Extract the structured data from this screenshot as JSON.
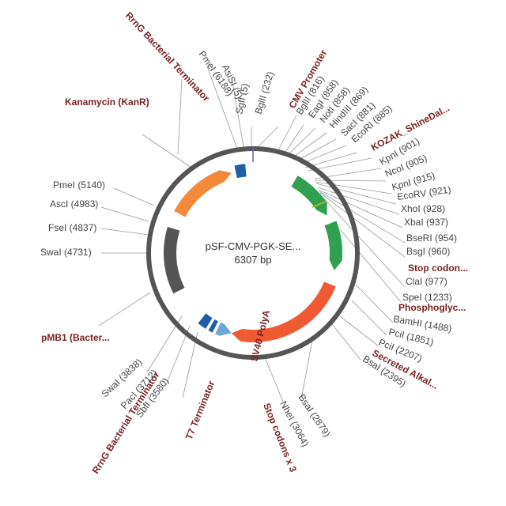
{
  "plasmid": {
    "name": "pSF-CMV-PGK-SE...",
    "length_label": "6307 bp",
    "total_bp": 6307
  },
  "colors": {
    "ring": "#555555",
    "leader": "#999999",
    "site_text": "#444444",
    "feature_text": "#7a1f1f"
  },
  "features": [
    {
      "name": "CMV Promoter",
      "color": "#2ea04f"
    },
    {
      "name": "KOZAK_ShineDal...",
      "color": "#2ea04f"
    },
    {
      "name": "Stop codon...",
      "color": "#2ea04f"
    },
    {
      "name": "Phosphoglyc...",
      "color": "#2ea04f"
    },
    {
      "name": "Secreted Alkal...",
      "color": "#ef5a32"
    },
    {
      "name": "Stop codons x 3",
      "color": "#2a6ab5"
    },
    {
      "name": "SV40 PolyA",
      "color": "#6aa6d8"
    },
    {
      "name": "T7 Terminator",
      "color": "#1f5fa8"
    },
    {
      "name": "RrnG Bacterial Terminator",
      "color": "#1f5fa8"
    },
    {
      "name": "pMB1 (Bacter...",
      "color": "#555555"
    },
    {
      "name": "Kanamycin (KanR)",
      "color": "#f28a3a"
    },
    {
      "name": "RrnG Bacterial Terminator",
      "color": "#1f5fa8"
    }
  ],
  "sites": [
    "SgfI (5)",
    "BglII (232)",
    "BglII (816)",
    "EagI (858)",
    "NotI (858)",
    "HindIII (869)",
    "SacI (881)",
    "EcoRI (885)",
    "KpnI (901)",
    "NcoI (905)",
    "KpnI (915)",
    "EcoRV (921)",
    "XhoI (928)",
    "XbaI (937)",
    "BseRI (954)",
    "BsgI (960)",
    "ClaI (977)",
    "SpeI (1233)",
    "BamHI (1488)",
    "PciI (1851)",
    "PciI (2207)",
    "BsaI (2395)",
    "BsaI (2879)",
    "NheI (3064)",
    "SbfI (3580)",
    "PacI (3712)",
    "SwaI (3838)",
    "SwaI (4731)",
    "FseI (4837)",
    "AscI (4983)",
    "PmeI (5140)",
    "PmeI (6188)",
    "AsiSI (5)"
  ]
}
